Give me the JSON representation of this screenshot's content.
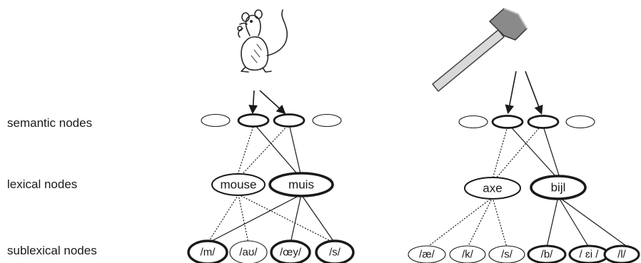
{
  "row_labels": {
    "semantic": "semantic nodes",
    "lexical": "lexical nodes",
    "sublexical": "sublexical nodes"
  },
  "left_panel": {
    "picture_icon": "mouse-icon",
    "lexical": {
      "english": "mouse",
      "dutch": "muis"
    },
    "sublexical": [
      "/m/",
      "/aʊ/",
      "/œy/",
      "/s/"
    ]
  },
  "right_panel": {
    "picture_icon": "axe-icon",
    "lexical": {
      "english": "axe",
      "dutch": "bijl"
    },
    "sublexical": [
      "/æ/",
      "/k/",
      "/s/",
      "/b/",
      "/ ɛi /",
      "/l/"
    ]
  },
  "colors": {
    "ink": "#1a1a1a",
    "axe_head": "#8a8a8a",
    "axe_handle": "#d9d9d9"
  }
}
